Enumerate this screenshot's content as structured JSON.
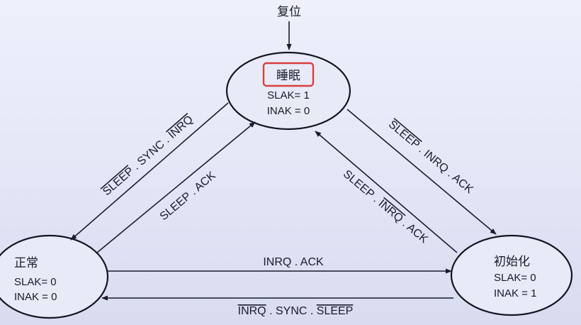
{
  "nodes": {
    "reset": {
      "label": "复位"
    },
    "sleep": {
      "title": "睡眠",
      "slak": "SLAK= 1",
      "inak": "INAK = 0"
    },
    "normal": {
      "title": "正常",
      "slak": "SLAK= 0",
      "inak": "INAK = 0"
    },
    "init": {
      "title": "初始化",
      "slak": "SLAK= 0",
      "inak": "INAK = 1"
    }
  },
  "edges": {
    "sleep_to_normal": {
      "t1": "SLEEP",
      "sep1": " . ",
      "t2": "SYNC",
      "sep2": " . ",
      "t3": "INRQ"
    },
    "normal_to_sleep": {
      "t1": "SLEEP",
      "sep1": " . ",
      "t2": "ACK"
    },
    "init_to_sleep": {
      "t1": "SLEEP",
      "sep1": " . ",
      "t2": "INRQ",
      "sep2": " . ",
      "t3": "ACK"
    },
    "sleep_to_init": {
      "t1": "SLEEP",
      "sep1": " . ",
      "t2": "INRQ",
      "sep2": " . ",
      "t3": "ACK"
    },
    "normal_to_init": {
      "t1": "INRQ",
      "sep1": " . ",
      "t2": "ACK"
    },
    "init_to_normal": {
      "t1": "INRQ",
      "sep1": " . ",
      "t2": "SYNC",
      "sep2": " . ",
      "t3": "SLEEP"
    }
  },
  "colors": {
    "highlight_box": "#d8403e",
    "stroke": "#151522"
  }
}
